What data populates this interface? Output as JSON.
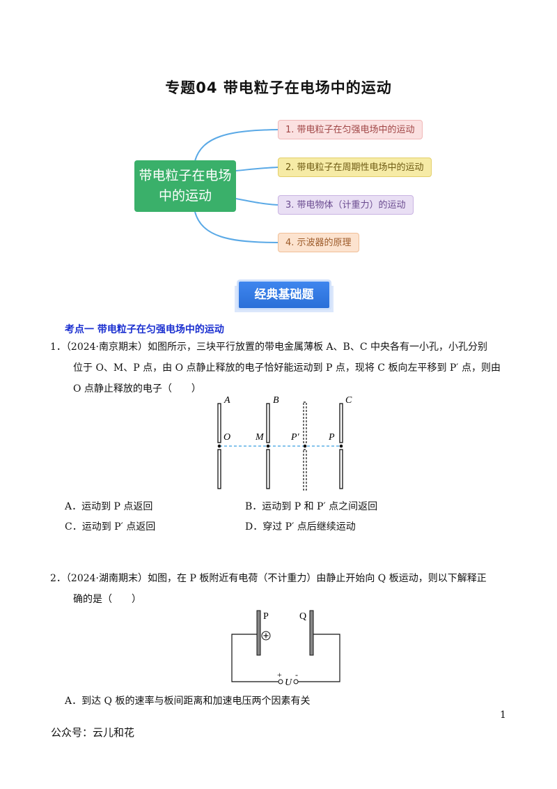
{
  "title": "专题04  带电粒子在电场中的运动",
  "mindmap": {
    "center": "带电粒子在电场中的运动",
    "branches": [
      "1. 带电粒子在匀强电场中的运动",
      "2. 带电粒子在周期性电场中的运动",
      "3. 带电物体（计重力）的运动",
      "4. 示波器的原理"
    ],
    "colors": {
      "center": "#3ab06a",
      "line": "#5aa9e6"
    }
  },
  "badge": "经典基础题",
  "section_heading": "考点一  带电粒子在匀强电场中的运动",
  "q1": {
    "number": "1．",
    "line1": "（2024·南京期末）如图所示，三块平行放置的带电金属薄板 A、B、C 中央各有一小孔，小孔分别",
    "line2": "位于 O、M、P 点，由 O 点静止释放的电子恰好能运动到 P 点，现将 C 板向左平移到 P′ 点，则由",
    "line3": "O 点静止释放的电子（　　）",
    "figure_labels": {
      "A": "A",
      "B": "B",
      "C": "C",
      "O": "O",
      "M": "M",
      "P1": "P′",
      "P": "P"
    },
    "options": {
      "A": "A．运动到 P 点返回",
      "B": "B．运动到 P 和 P′ 点之间返回",
      "C": "C．运动到 P′ 点返回",
      "D": "D．穿过 P′ 点后继续运动"
    }
  },
  "q2": {
    "number": "2．",
    "line1": "（2024·湖南期末）如图，在 P 板附近有电荷（不计重力）由静止开始向 Q 板运动，则以下解释正",
    "line2": "确的是（　　）",
    "figure_labels": {
      "P": "P",
      "Q": "Q",
      "plus": "+",
      "minus": "-",
      "U": "U"
    },
    "optionA": "A．到达 Q 板的速率与板间距离和加速电压两个因素有关"
  },
  "page_number": "1",
  "footer": "公众号：云儿和花"
}
